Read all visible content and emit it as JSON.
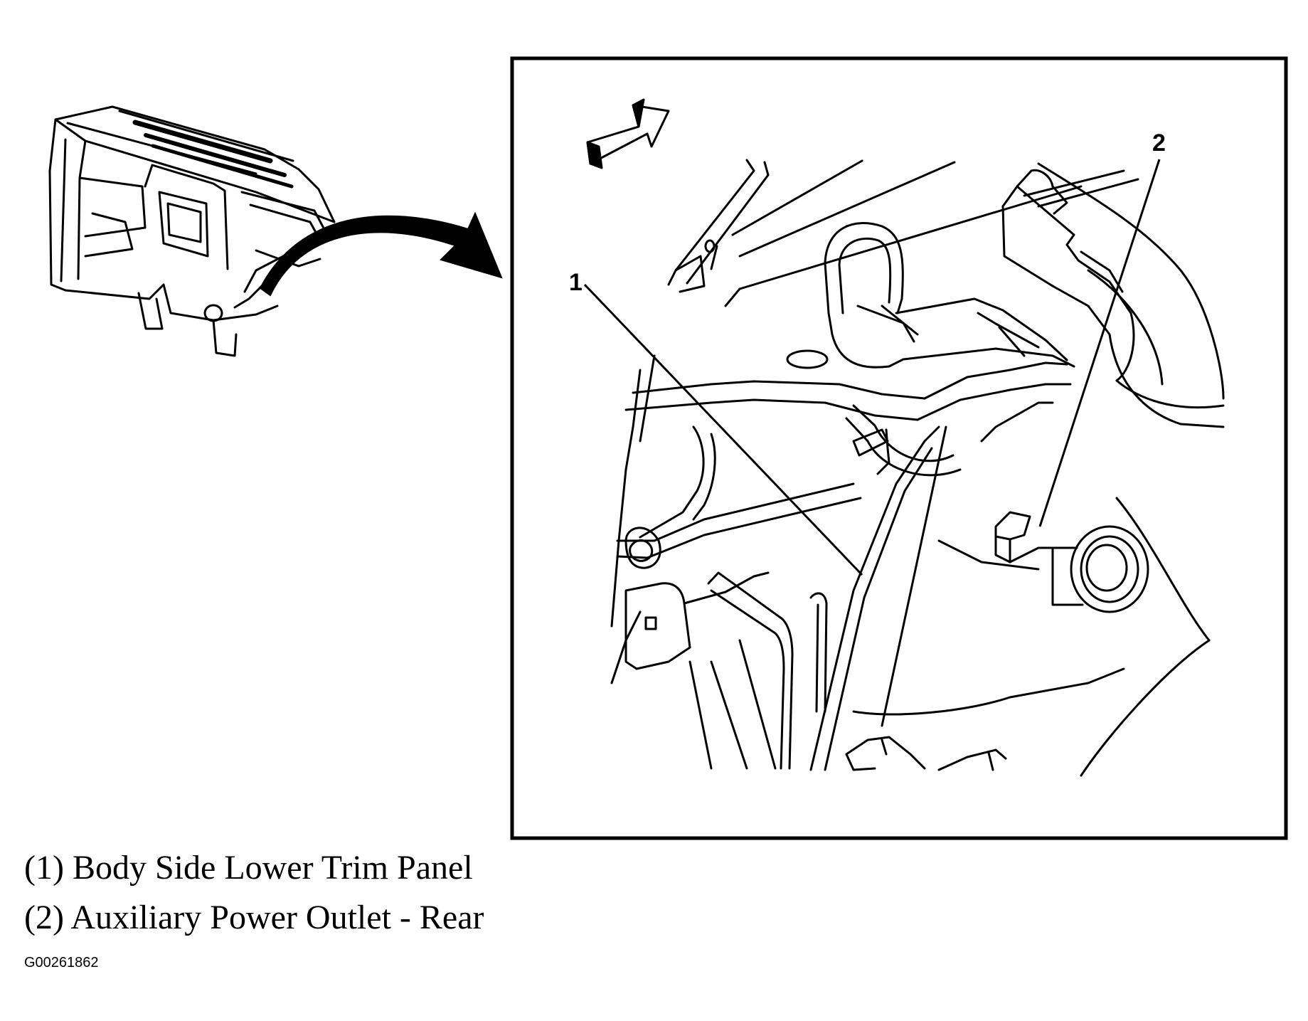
{
  "callouts": {
    "one": "1",
    "two": "2"
  },
  "legend": [
    {
      "text": "(1) Body Side Lower Trim Panel"
    },
    {
      "text": "(2) Auxiliary Power Outlet - Rear"
    }
  ],
  "figure_id": "G00261862",
  "icons": {
    "orientation_arrow": "front-direction-arrow-icon",
    "locator_arrow": "curved-locator-arrow-icon"
  },
  "colors": {
    "ink": "#000000",
    "paper": "#ffffff"
  }
}
